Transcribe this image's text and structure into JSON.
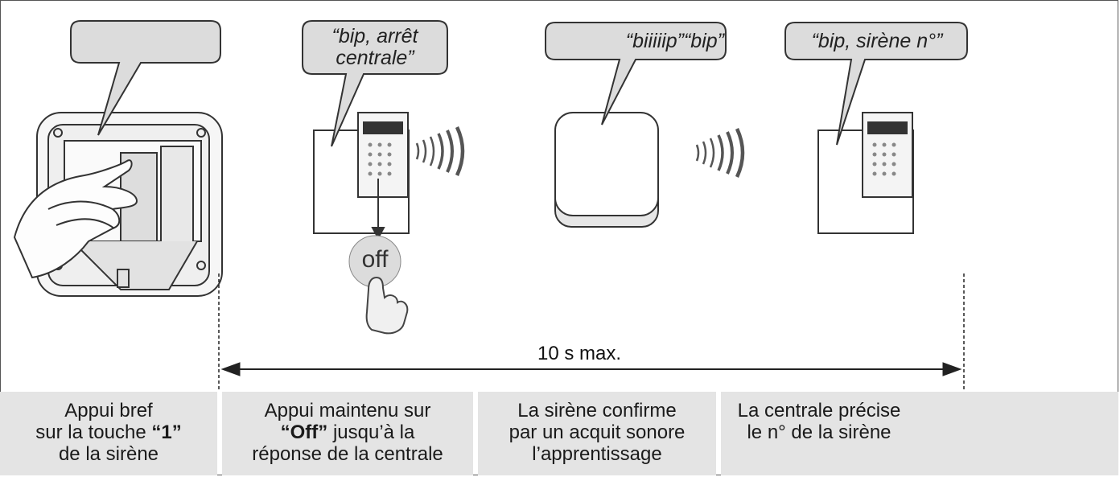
{
  "bubbles": {
    "step1": "",
    "step2": "“bip, arrêt centrale”",
    "step3": "“biiiiip”“bip”",
    "step4": "“bip, sirène n°”"
  },
  "off_button_label": "off",
  "timing": {
    "label": "10 s max."
  },
  "captions": {
    "step1": {
      "line1": "Appui bref",
      "line2_pre": "sur la touche ",
      "line2_bold": "“1”",
      "line3": "de la sirène"
    },
    "step2": {
      "line1": "Appui maintenu sur",
      "line2_bold": "“Off”",
      "line2_post": " jusqu’à la",
      "line3": "réponse de la centrale"
    },
    "step3": {
      "line1": "La sirène confirme",
      "line2": "par un acquit sonore",
      "line3": "l’apprentissage"
    },
    "step4": {
      "line1": "La centrale précise",
      "line2": "le n° de la sirène"
    }
  },
  "icons": [
    "siren-open-icon",
    "hand-icon",
    "control-panel-icon",
    "finger-press-icon",
    "siren-closed-icon",
    "radio-waves-icon"
  ]
}
